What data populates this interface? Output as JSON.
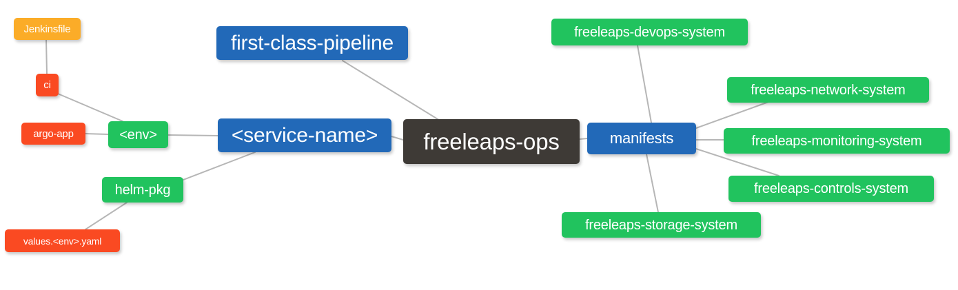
{
  "diagram": {
    "type": "mindmap",
    "title": "freeleaps-ops",
    "background": "#ffffff",
    "edge_color": "#b6b6b6"
  },
  "palette": {
    "root_dark": "#3e3a36",
    "blue": "#2269b8",
    "green": "#21c35e",
    "orange": "#fbac28",
    "red": "#fa4a22"
  },
  "nodes": {
    "root": {
      "label": "freeleaps-ops",
      "color": "#3e3a36"
    },
    "first_class_pipeline": {
      "label": "first-class-pipeline",
      "color": "#2269b8"
    },
    "service_name": {
      "label": "<service-name>",
      "color": "#2269b8"
    },
    "manifests": {
      "label": "manifests",
      "color": "#2269b8"
    },
    "env": {
      "label": "<env>",
      "color": "#21c35e"
    },
    "helm_pkg": {
      "label": "helm-pkg",
      "color": "#21c35e"
    },
    "jenkinsfile": {
      "label": "Jenkinsfile",
      "color": "#fbac28"
    },
    "ci": {
      "label": "ci",
      "color": "#fa4a22"
    },
    "argo_app": {
      "label": "argo-app",
      "color": "#fa4a22"
    },
    "values_yaml": {
      "label": "values.<env>.yaml",
      "color": "#fa4a22"
    },
    "devops_system": {
      "label": "freeleaps-devops-system",
      "color": "#21c35e"
    },
    "network_system": {
      "label": "freeleaps-network-system",
      "color": "#21c35e"
    },
    "monitoring_system": {
      "label": "freeleaps-monitoring-system",
      "color": "#21c35e"
    },
    "controls_system": {
      "label": "freeleaps-controls-system",
      "color": "#21c35e"
    },
    "storage_system": {
      "label": "freeleaps-storage-system",
      "color": "#21c35e"
    }
  },
  "edges": [
    {
      "from": "root",
      "to": "first_class_pipeline"
    },
    {
      "from": "root",
      "to": "service_name"
    },
    {
      "from": "root",
      "to": "manifests"
    },
    {
      "from": "service_name",
      "to": "env"
    },
    {
      "from": "service_name",
      "to": "helm_pkg"
    },
    {
      "from": "env",
      "to": "ci"
    },
    {
      "from": "env",
      "to": "argo_app"
    },
    {
      "from": "ci",
      "to": "jenkinsfile"
    },
    {
      "from": "helm_pkg",
      "to": "values_yaml"
    },
    {
      "from": "manifests",
      "to": "devops_system"
    },
    {
      "from": "manifests",
      "to": "network_system"
    },
    {
      "from": "manifests",
      "to": "monitoring_system"
    },
    {
      "from": "manifests",
      "to": "controls_system"
    },
    {
      "from": "manifests",
      "to": "storage_system"
    }
  ]
}
